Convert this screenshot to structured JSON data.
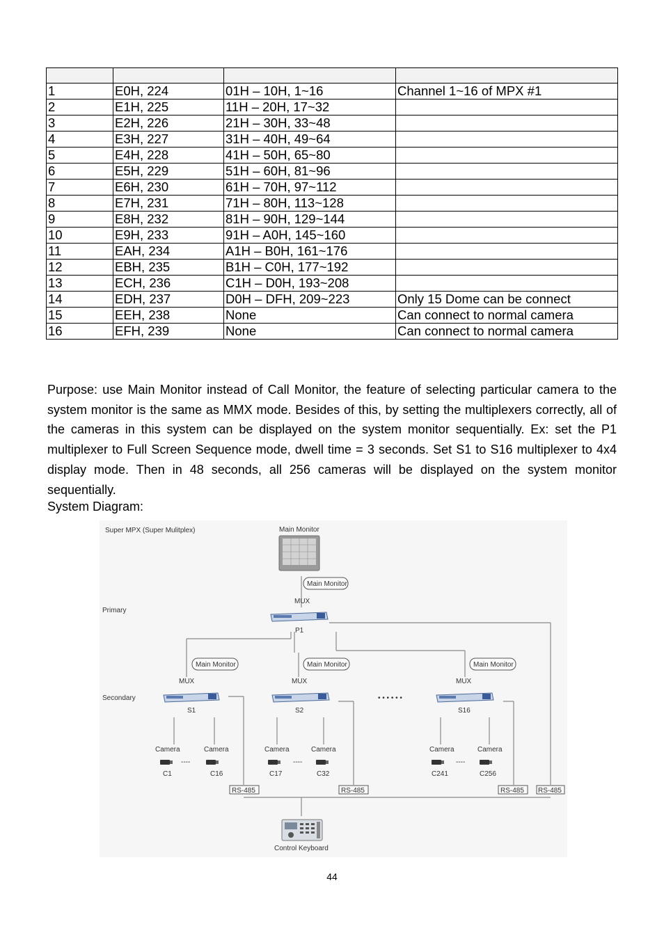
{
  "table": {
    "headers": [
      "",
      "",
      "",
      ""
    ],
    "rows": [
      [
        "1",
        "E0H, 224",
        "01H – 10H, 1~16",
        "Channel 1~16 of MPX #1"
      ],
      [
        "2",
        "E1H, 225",
        "11H – 20H, 17~32",
        ""
      ],
      [
        "3",
        "E2H, 226",
        "21H – 30H, 33~48",
        ""
      ],
      [
        "4",
        "E3H, 227",
        "31H – 40H, 49~64",
        ""
      ],
      [
        "5",
        "E4H, 228",
        "41H – 50H, 65~80",
        ""
      ],
      [
        "6",
        "E5H, 229",
        "51H – 60H, 81~96",
        ""
      ],
      [
        "7",
        "E6H, 230",
        "61H – 70H, 97~112",
        ""
      ],
      [
        "8",
        "E7H, 231",
        "71H – 80H, 113~128",
        ""
      ],
      [
        "9",
        "E8H, 232",
        "81H – 90H, 129~144",
        ""
      ],
      [
        "10",
        "E9H, 233",
        "91H – A0H, 145~160",
        ""
      ],
      [
        "11",
        "EAH, 234",
        "A1H – B0H, 161~176",
        ""
      ],
      [
        "12",
        "EBH, 235",
        "B1H – C0H, 177~192",
        ""
      ],
      [
        "13",
        "ECH, 236",
        "C1H – D0H, 193~208",
        ""
      ],
      [
        "14",
        "EDH, 237",
        "D0H – DFH, 209~223",
        "Only 15 Dome can be connect"
      ],
      [
        "15",
        "EEH, 238",
        "None",
        "Can connect to normal camera"
      ],
      [
        "16",
        "EFH, 239",
        "None",
        "Can connect to normal camera"
      ]
    ]
  },
  "paragraph": "Purpose: use Main Monitor instead of Call Monitor, the feature of selecting particular camera to the system monitor is the same as MMX mode. Besides of this, by setting the multiplexers correctly, all of the cameras in this system can be displayed on the system monitor sequentially. Ex: set the P1 multiplexer to Full Screen Sequence mode, dwell time = 3 seconds. Set S1 to S16 multiplexer to 4x4 display mode. Then in 48 seconds, all 256 cameras will be displayed on the system monitor sequentially.",
  "diagram_caption": "System Diagram:",
  "diagram": {
    "title": "Super MPX (Super Mulitplex)",
    "main_monitor": "Main Monitor",
    "main_monitor_tag": "Main Monitor",
    "mux_label": "MUX",
    "primary_label": "Primary",
    "secondary_label": "Secondary",
    "p1": "P1",
    "s1": "S1",
    "s2": "S2",
    "s16": "S16",
    "dots": "• • • • • •",
    "camera_label": "Camera",
    "dash": "----",
    "c1": "C1",
    "c16": "C16",
    "c17": "C17",
    "c32": "C32",
    "c241": "C241",
    "c256": "C256",
    "rs485": "RS-485",
    "keyboard": "Control Keyboard"
  },
  "page_number": "44"
}
